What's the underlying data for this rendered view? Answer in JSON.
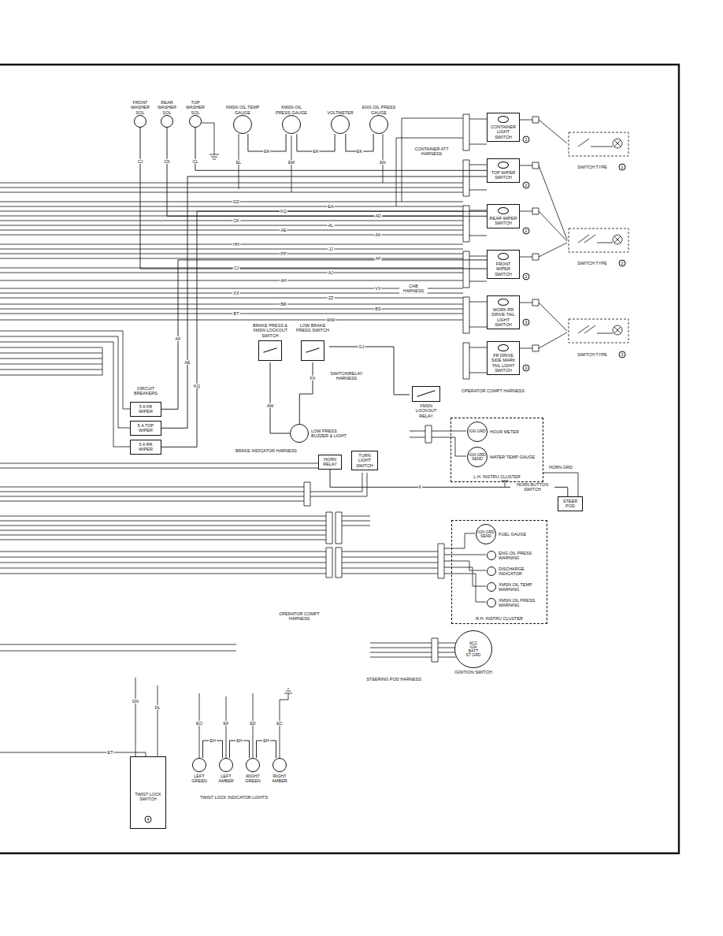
{
  "diagram": {
    "nodes": [
      {
        "text": [
          "FRONT WASHER SOL"
        ]
      },
      {
        "text": [
          "REAR WASHER SOL"
        ]
      },
      {
        "text": [
          "TOP WASHER SOL"
        ]
      },
      {
        "text": [
          "XMSN OIL TEMP GAUGE"
        ]
      },
      {
        "text": [
          "XMSN OIL PRESS GAUGE"
        ]
      },
      {
        "text": [
          "VOLTMETER"
        ]
      },
      {
        "text": [
          "ENG OIL PRESS GAUGE"
        ]
      },
      {
        "text": [
          "CONTAINER LIGHT SWITCH"
        ]
      },
      {
        "text": [
          "TOP WIPER SWITCH"
        ]
      },
      {
        "text": [
          "REAR WIPER SWITCH"
        ]
      },
      {
        "text": [
          "FRONT WIPER SWITCH"
        ]
      },
      {
        "text": [
          "WORK RR DRIVE TAIL LIGHT SWITCH"
        ]
      },
      {
        "text": [
          "FR DRIVE SIDE MARK TAIL LIGHT SWITCH"
        ]
      },
      {
        "text": [
          "CIRCUIT BREAKERS"
        ]
      },
      {
        "text": [
          "5 A FR WIPER"
        ],
        "in": 13
      },
      {
        "text": [
          "5 A TOP WIPER"
        ],
        "in": 13
      },
      {
        "text": [
          "5 A RR WIPER"
        ],
        "in": 13
      },
      {
        "text": [
          "BRAKE PRESS & XMSN LOCKOUT SWITCH"
        ]
      },
      {
        "text": [
          "LOW BRAKE PRESS SWITCH"
        ]
      },
      {
        "text": [
          "LOW PRESS BUZZER & LIGHT"
        ]
      },
      {
        "text": [
          "HORN RELAY"
        ]
      },
      {
        "text": [
          "TURN LIGHT SWITCH"
        ]
      },
      {
        "text": [
          "XMSN LOCKOUT RELAY"
        ]
      },
      {
        "text": [
          "L.H. INSTRU CLUSTER"
        ]
      },
      {
        "text": [
          "HOUR METER",
          "IGN GRD"
        ],
        "in": 23
      },
      {
        "text": [
          "WATER TEMP GAUGE",
          "IGN GRD SEND"
        ],
        "in": 23
      },
      {
        "text": [
          "HORN BUTTON SWITCH"
        ]
      },
      {
        "text": [
          "STEER POD"
        ]
      },
      {
        "text": [
          "R.H. INSTRU CLUSTER"
        ]
      },
      {
        "text": [
          "FUEL GAUGE",
          "IGN GRD SEND"
        ],
        "in": 28
      },
      {
        "text": [
          "ENG OIL PRESS WARNING"
        ],
        "in": 28
      },
      {
        "text": [
          "DISCHARGE INDICATOR"
        ],
        "in": 28
      },
      {
        "text": [
          "XMSN OIL TEMP WARNING"
        ],
        "in": 28
      },
      {
        "text": [
          "XMSN OIL PRESS WARNING"
        ],
        "in": 28
      },
      {
        "text": [
          "IGNITION SWITCH",
          "ACC",
          "IGN",
          "BATT",
          "ST GRD"
        ]
      },
      {
        "text": [
          "TWIST LOCK SWITCH"
        ]
      },
      {
        "text": [
          "LEFT GREEN"
        ]
      },
      {
        "text": [
          "LEFT AMBER"
        ]
      },
      {
        "text": [
          "RIGHT GREEN"
        ]
      },
      {
        "text": [
          "RIGHT AMBER"
        ]
      }
    ],
    "edges": [
      {
        "from": 3,
        "to": 4,
        "label": "EK",
        "arrow": "none"
      },
      {
        "from": 4,
        "to": 5,
        "label": "EK",
        "arrow": "none"
      },
      {
        "from": 5,
        "to": 6,
        "label": "EK",
        "arrow": "none"
      },
      {
        "from": 36,
        "to": 37,
        "label": "EH",
        "arrow": "none"
      },
      {
        "from": 37,
        "to": 38,
        "label": "EH",
        "arrow": "none"
      },
      {
        "from": 38,
        "to": 39,
        "label": "EH",
        "arrow": "none"
      },
      {
        "from": 0,
        "to": 10,
        "label": "CJ",
        "arrow": "none"
      },
      {
        "from": 1,
        "to": 9,
        "label": "CK",
        "arrow": "none"
      },
      {
        "from": 2,
        "to": 8,
        "label": "CL",
        "arrow": "none"
      },
      {
        "from": 14,
        "to": 10,
        "label": "AF",
        "arrow": "none"
      },
      {
        "from": 15,
        "to": 8,
        "label": "AE",
        "arrow": "none"
      },
      {
        "from": 16,
        "to": 9,
        "label": "KQ",
        "arrow": "none"
      },
      {
        "from": 18,
        "to": 22,
        "label": "GJ",
        "arrow": "none"
      },
      {
        "from": 18,
        "to": 19,
        "label": "FX",
        "arrow": "none"
      },
      {
        "from": 20,
        "to": 26,
        "label": "K",
        "arrow": "none"
      },
      {
        "from": 26,
        "to": 27,
        "arrow": "none"
      },
      {
        "from": 17,
        "to": 19,
        "label": "AW",
        "arrow": "none"
      }
    ],
    "labels": [
      "CONTAINER ATT HARNESS",
      "CAB HARNESS",
      "OPERATOR COMPT HARNESS",
      "SWITCH/RELAY HARNESS",
      "BRAKE INDICATOR HARNESS",
      "OPERATOR COMPT HARNESS",
      "STEERING POD HARNESS",
      "TWIST LOCK INDICATOR LIGHTS",
      "HORN GRD",
      "SWITCH TYPE",
      "1",
      "SWITCH TYPE",
      "2",
      "SWITCH TYPE",
      "3",
      "1",
      "2",
      "2",
      "2",
      "3",
      "3",
      "4",
      "DZ",
      "EA",
      "KQ",
      "AD",
      "CK",
      "AL",
      "AE",
      "AK",
      "HH",
      "JJ",
      "PP",
      "AF",
      "CJ",
      "AJ",
      "AH",
      "VV",
      "XX",
      "ZZ",
      "BR",
      "BS",
      "BT",
      "WW",
      "EL",
      "EM",
      "EN",
      "EO",
      "EF",
      "ED",
      "EC",
      "DN",
      "DL",
      "ET"
    ]
  }
}
